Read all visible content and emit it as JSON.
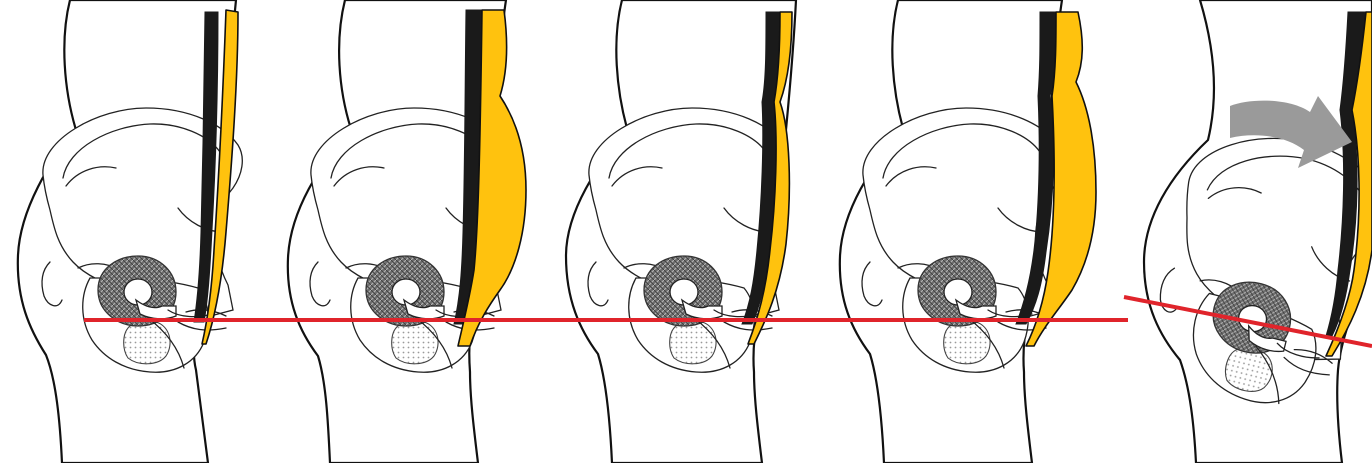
{
  "figure": {
    "panel_count": 5,
    "colors": {
      "background": "#ffffff",
      "outline": "#111111",
      "abdominal_layer": "#FFC20E",
      "muscle_band": "#1a1a1a",
      "reference_line": "#E0242B",
      "rotation_arrow": "#9A9A9A"
    },
    "panels": [
      {
        "id": "panel-1",
        "belly": "flat"
      },
      {
        "id": "panel-2",
        "belly": "protruding"
      },
      {
        "id": "panel-3",
        "belly": "flat"
      },
      {
        "id": "panel-4",
        "belly": "protruding"
      },
      {
        "id": "panel-5",
        "belly": "flat",
        "pelvis": "tilted",
        "arrow": "rotation-arrow"
      }
    ],
    "reference_line": {
      "style": "horizontal",
      "last_panel": "tilted"
    }
  }
}
